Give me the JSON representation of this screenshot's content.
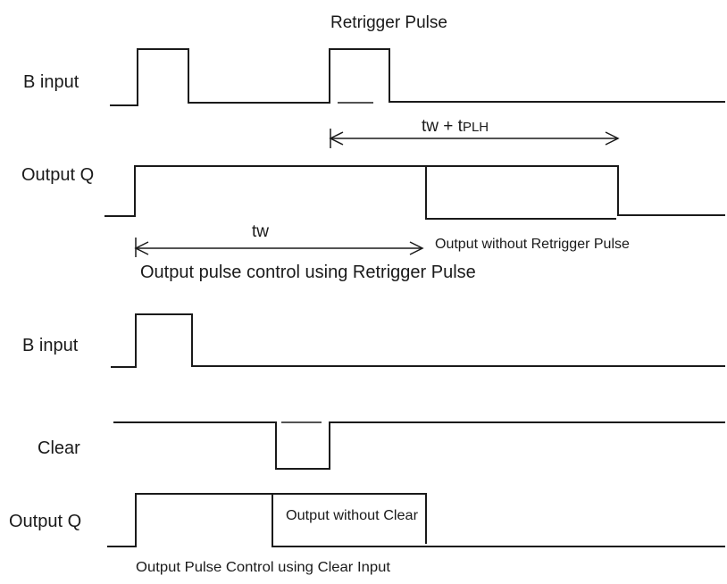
{
  "top": {
    "header": "Retrigger Pulse",
    "b_input_label": "B input",
    "output_q_label": "Output Q",
    "tw_plus_t": "tw + t",
    "tplh_sub": "PLH",
    "tw_label": "tw",
    "output_without_retrigger": "Output without Retrigger Pulse",
    "caption": "Output pulse control using Retrigger Pulse"
  },
  "bottom": {
    "b_input_label": "B input",
    "clear_label": "Clear",
    "output_q_label": "Output Q",
    "output_without_clear": "Output without Clear",
    "caption": "Output Pulse Control  using Clear Input"
  }
}
